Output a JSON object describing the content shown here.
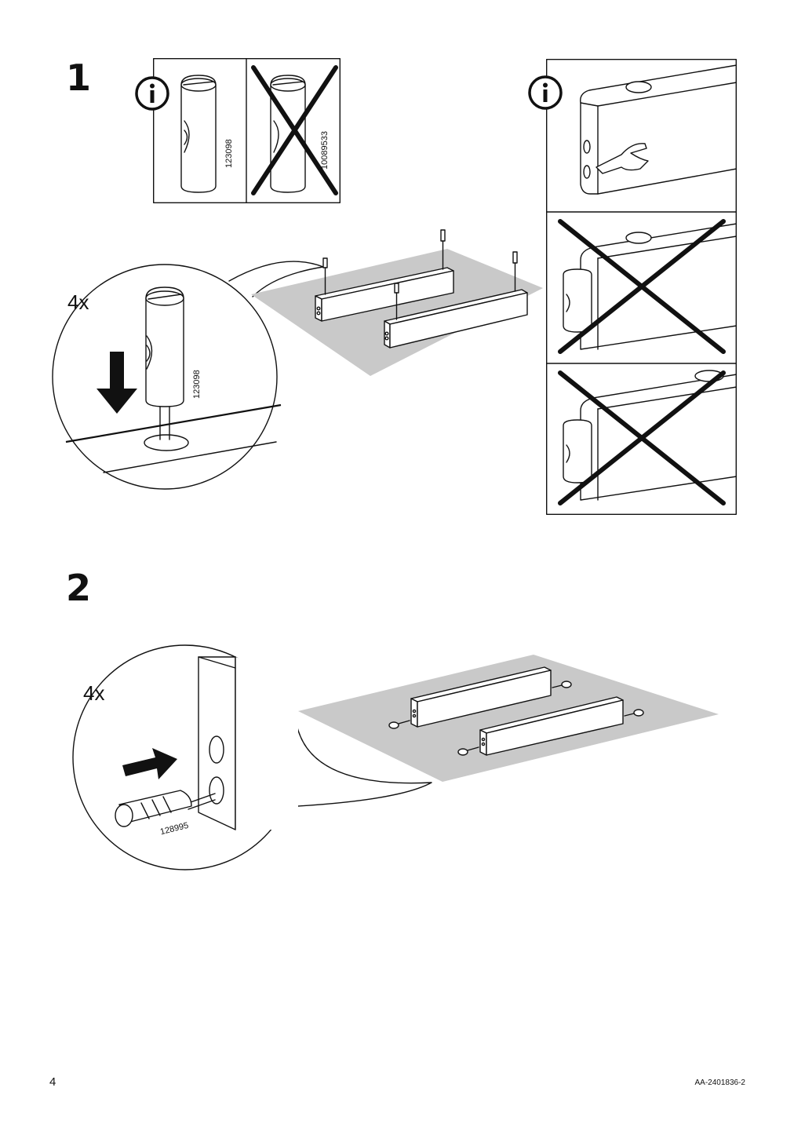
{
  "steps": [
    {
      "number": "1",
      "quantity": "4x",
      "parts": {
        "correct": "123098",
        "wrong": "10089533",
        "callout": "123098"
      },
      "info_icons": [
        "info-icon",
        "info-icon"
      ]
    },
    {
      "number": "2",
      "quantity": "4x",
      "parts": {
        "callout": "128995"
      }
    }
  ],
  "footer": {
    "page_number": "4",
    "doc_code": "AA-2401836-2"
  }
}
